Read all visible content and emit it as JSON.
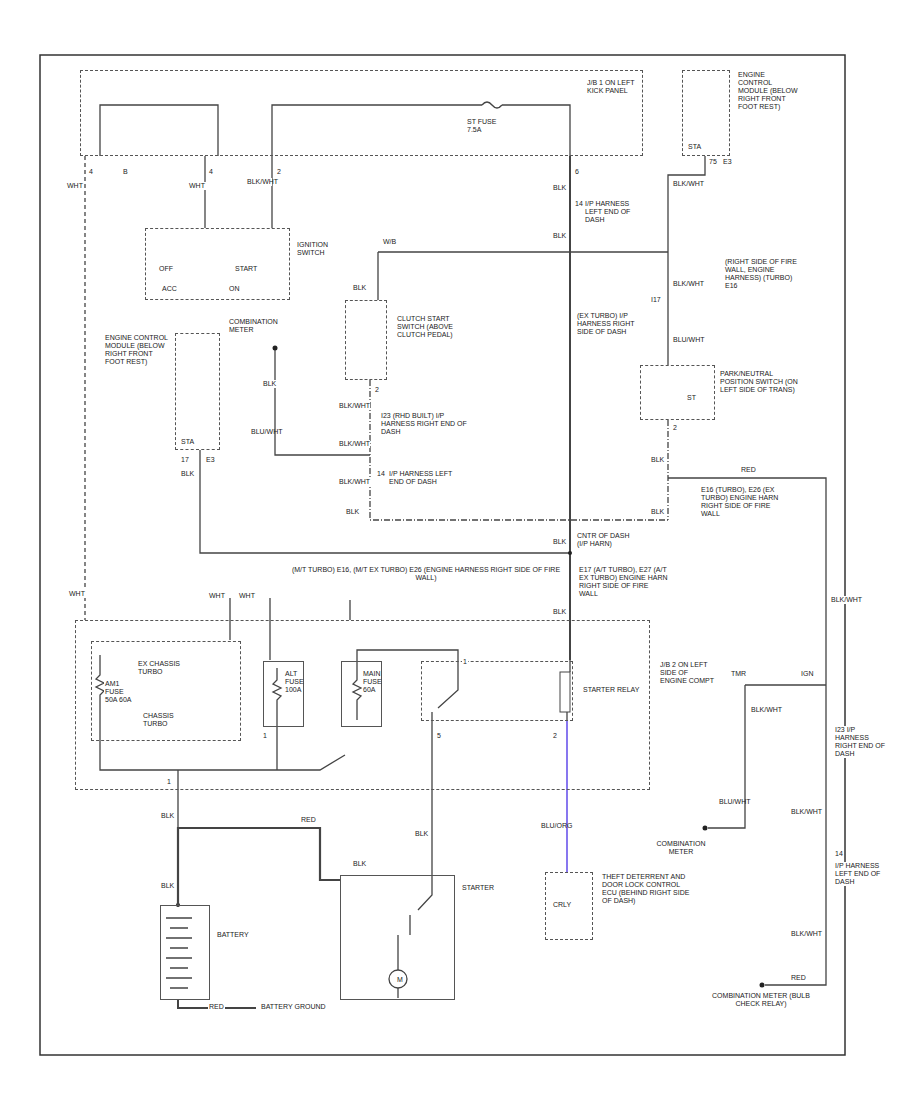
{
  "diagram": {
    "nodes": [
      {
        "text": [
          "J/B 1 ON LEFT KICK PANEL"
        ]
      },
      {
        "text": [
          "STA",
          "ENGINE CONTROL MODULE (BELOW RIGHT FRONT FOOT REST)"
        ]
      },
      {
        "text": [
          "IGNITION SWITCH",
          "OFF",
          "START",
          "ACC",
          "ON"
        ]
      },
      {
        "text": [
          "CLUTCH START SWITCH (ABOVE CLUTCH PEDAL)"
        ]
      },
      {
        "text": [
          "ST",
          "PARK/NEUTRAL POSITION SWITCH (ON LEFT SIDE OF TRANS)"
        ]
      },
      {
        "text": [
          "STA",
          "ENGINE CONTROL MODULE (BELOW RIGHT FRONT FOOT REST)"
        ]
      },
      {
        "text": [
          "J/B 2 ON LEFT SIDE OF ENGINE COMPT"
        ]
      },
      {
        "text": [
          "AM1 FUSE 50A 60A",
          "EX CHASSIS TURBO",
          "CHASSIS TURBO"
        ],
        "in": 6
      },
      {
        "text": [
          "ALT FUSE 100A"
        ],
        "in": 6
      },
      {
        "text": [
          "MAIN FUSE 60A"
        ],
        "in": 6
      },
      {
        "text": [
          "STARTER RELAY"
        ],
        "in": 6
      },
      {
        "text": [
          "BATTERY"
        ]
      },
      {
        "text": [
          "STARTER",
          "M"
        ]
      },
      {
        "text": [
          "CRLY",
          "THEFT DETERRENT AND DOOR LOCK CONTROL ECU (BEHIND RIGHT SIDE OF DASH)"
        ]
      }
    ],
    "edges": [
      {
        "from": 0,
        "to": 2,
        "arrow": "none"
      },
      {
        "from": 10,
        "to": 13,
        "arrow": "none"
      },
      {
        "from": 11,
        "to": 12,
        "arrow": "none"
      }
    ],
    "labels": [
      "ST FUSE 7.5A",
      "4",
      "WHT",
      "B",
      "WHT",
      "4",
      "BLK/WHT",
      "2",
      "6",
      "BLK",
      "BLK/WHT",
      "75",
      "E3",
      "14",
      "I/P HARNESS LEFT END OF DASH",
      "BLK",
      "W/B",
      "BLK",
      "BLK/WHT",
      "I17",
      "(EX TURBO) I/P HARNESS RIGHT SIDE OF DASH",
      "(RIGHT SIDE OF FIRE WALL, ENGINE HARNESS) (TURBO) E16",
      "BLU/WHT",
      "2",
      "BLK",
      "RED",
      "E16 (TURBO), E26 (EX TURBO) ENGINE HARN RIGHT SIDE OF FIRE WALL",
      "BLK",
      "COMBINATION METER",
      "BLK",
      "BLU/WHT",
      "17",
      "E3",
      "BLK",
      "2",
      "BLK/WHT",
      "BLK/WHT",
      "I23 (RHD BUILT) I/P HARNESS RIGHT END OF DASH",
      "14",
      "I/P HARNESS LEFT END OF DASH",
      "BLK/WHT",
      "BLK",
      "BLK",
      "CNTR OF DASH (I/P HARN)",
      "(M/T TURBO) E16, (M/T EX TURBO) E26 (ENGINE HARNESS RIGHT SIDE OF FIRE WALL)",
      "E17 (A/T TURBO), E27 (A/T EX TURBO) ENGINE HARN RIGHT SIDE OF FIRE WALL",
      "WHT",
      "WHT",
      "WHT",
      "BLK",
      "1",
      "5",
      "2",
      "1",
      "1",
      "BLK",
      "BLK",
      "RED",
      "BLK",
      "BLK",
      "BLU/ORG",
      "BATTERY GROUND",
      "RED",
      "BLK/WHT",
      "TMR",
      "IGN",
      "BLK/WHT",
      "I23 I/P HARNESS RIGHT END OF DASH",
      "BLU/WHT",
      "COMBINATION METER",
      "BLK/WHT",
      "14",
      "I/P HARNESS LEFT END OF DASH",
      "BLK/WHT",
      "RED",
      "COMBINATION METER (BULB CHECK RELAY)"
    ]
  }
}
